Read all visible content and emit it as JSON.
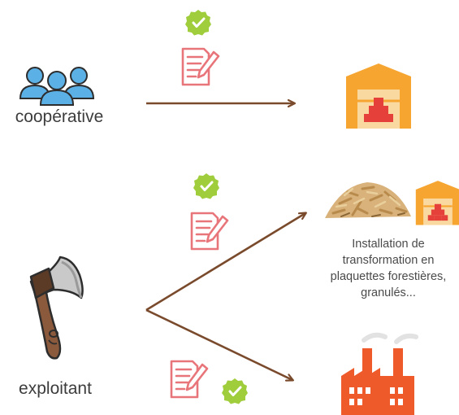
{
  "labels": {
    "cooperative": "coopérative",
    "exploitant": "exploitant",
    "installation": "Installation de transformation en plaquettes forestières, granulés..."
  },
  "icons": {
    "cooperative": "group-of-people-icon",
    "warehouse": "warehouse-icon",
    "contract": "contract-document-icon",
    "check": "checkmark-badge-icon",
    "wood_chips": "wood-chips-pile-icon",
    "axe": "axe-icon",
    "factory": "factory-icon"
  },
  "colors": {
    "arrow": "#7a4a2c",
    "people": "#5bb0e6",
    "warehouse": "#f7a531",
    "bricks": "#e5403a",
    "contract": "#e8757a",
    "check": "#9fcd3b",
    "factory": "#ef5a2a"
  }
}
